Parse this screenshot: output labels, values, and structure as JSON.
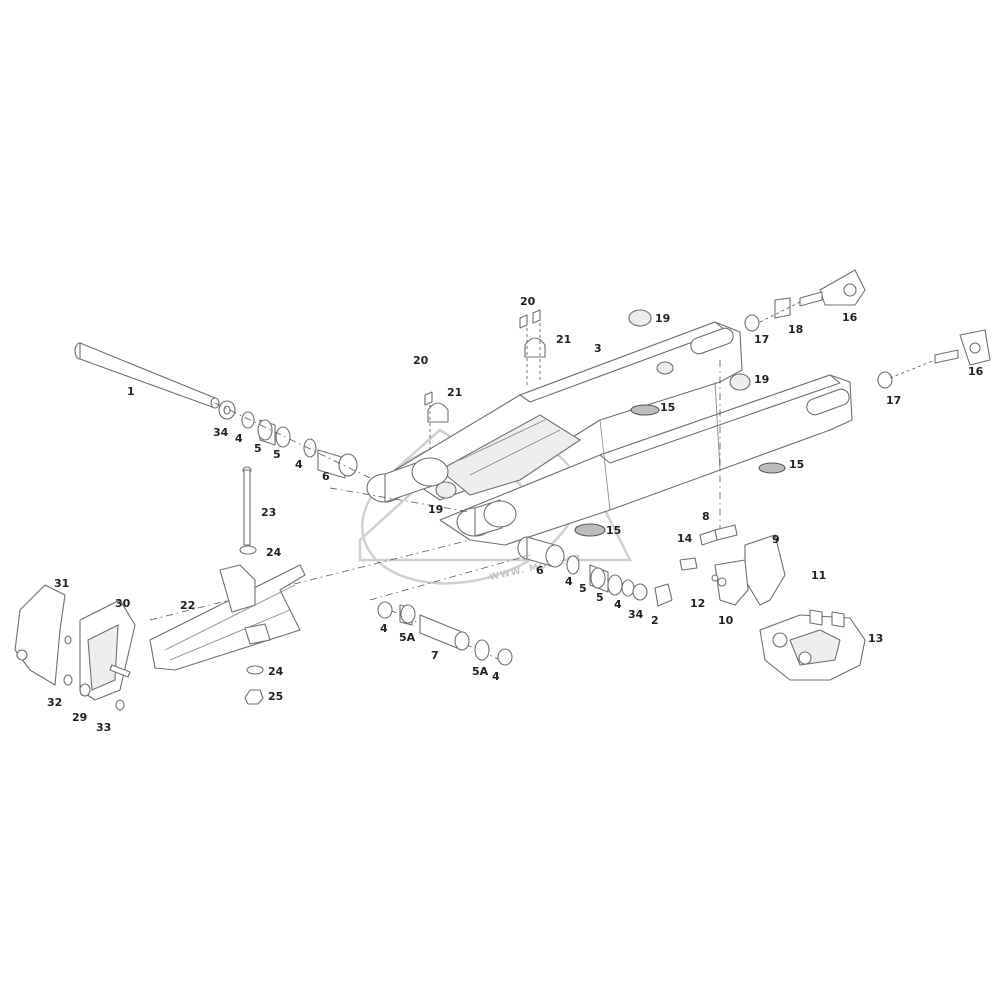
{
  "watermark": {
    "text": "WWW.  MOTO.FR"
  },
  "callouts": [
    {
      "id": "c1",
      "label": "1"
    },
    {
      "id": "c34a",
      "label": "34"
    },
    {
      "id": "c4a",
      "label": "4"
    },
    {
      "id": "c5a",
      "label": "5"
    },
    {
      "id": "c5b",
      "label": "5"
    },
    {
      "id": "c4b",
      "label": "4"
    },
    {
      "id": "c6a",
      "label": "6"
    },
    {
      "id": "c20a",
      "label": "20"
    },
    {
      "id": "c21a",
      "label": "21"
    },
    {
      "id": "c20b",
      "label": "20"
    },
    {
      "id": "c21b",
      "label": "21"
    },
    {
      "id": "c3",
      "label": "3"
    },
    {
      "id": "c19a",
      "label": "19"
    },
    {
      "id": "c18",
      "label": "18"
    },
    {
      "id": "c16a",
      "label": "16"
    },
    {
      "id": "c17a",
      "label": "17"
    },
    {
      "id": "c19b",
      "label": "19"
    },
    {
      "id": "c15a",
      "label": "15"
    },
    {
      "id": "c16b",
      "label": "16"
    },
    {
      "id": "c17b",
      "label": "17"
    },
    {
      "id": "c15b",
      "label": "15"
    },
    {
      "id": "c19c",
      "label": "19"
    },
    {
      "id": "c15c",
      "label": "15"
    },
    {
      "id": "c23",
      "label": "23"
    },
    {
      "id": "c24a",
      "label": "24"
    },
    {
      "id": "c8",
      "label": "8"
    },
    {
      "id": "c14",
      "label": "14"
    },
    {
      "id": "c9",
      "label": "9"
    },
    {
      "id": "c6b",
      "label": "6"
    },
    {
      "id": "c4c",
      "label": "4"
    },
    {
      "id": "c5c",
      "label": "5"
    },
    {
      "id": "c5d",
      "label": "5"
    },
    {
      "id": "c4d",
      "label": "4"
    },
    {
      "id": "c34b",
      "label": "34"
    },
    {
      "id": "c2",
      "label": "2"
    },
    {
      "id": "c11",
      "label": "11"
    },
    {
      "id": "c12",
      "label": "12"
    },
    {
      "id": "c10",
      "label": "10"
    },
    {
      "id": "c13",
      "label": "13"
    },
    {
      "id": "c31",
      "label": "31"
    },
    {
      "id": "c30",
      "label": "30"
    },
    {
      "id": "c22",
      "label": "22"
    },
    {
      "id": "c4e",
      "label": "4"
    },
    {
      "id": "c5Aa",
      "label": "5A"
    },
    {
      "id": "c7",
      "label": "7"
    },
    {
      "id": "c5Ab",
      "label": "5A"
    },
    {
      "id": "c4f",
      "label": "4"
    },
    {
      "id": "c24b",
      "label": "24"
    },
    {
      "id": "c25",
      "label": "25"
    },
    {
      "id": "c32",
      "label": "32"
    },
    {
      "id": "c29",
      "label": "29"
    },
    {
      "id": "c33",
      "label": "33"
    }
  ]
}
